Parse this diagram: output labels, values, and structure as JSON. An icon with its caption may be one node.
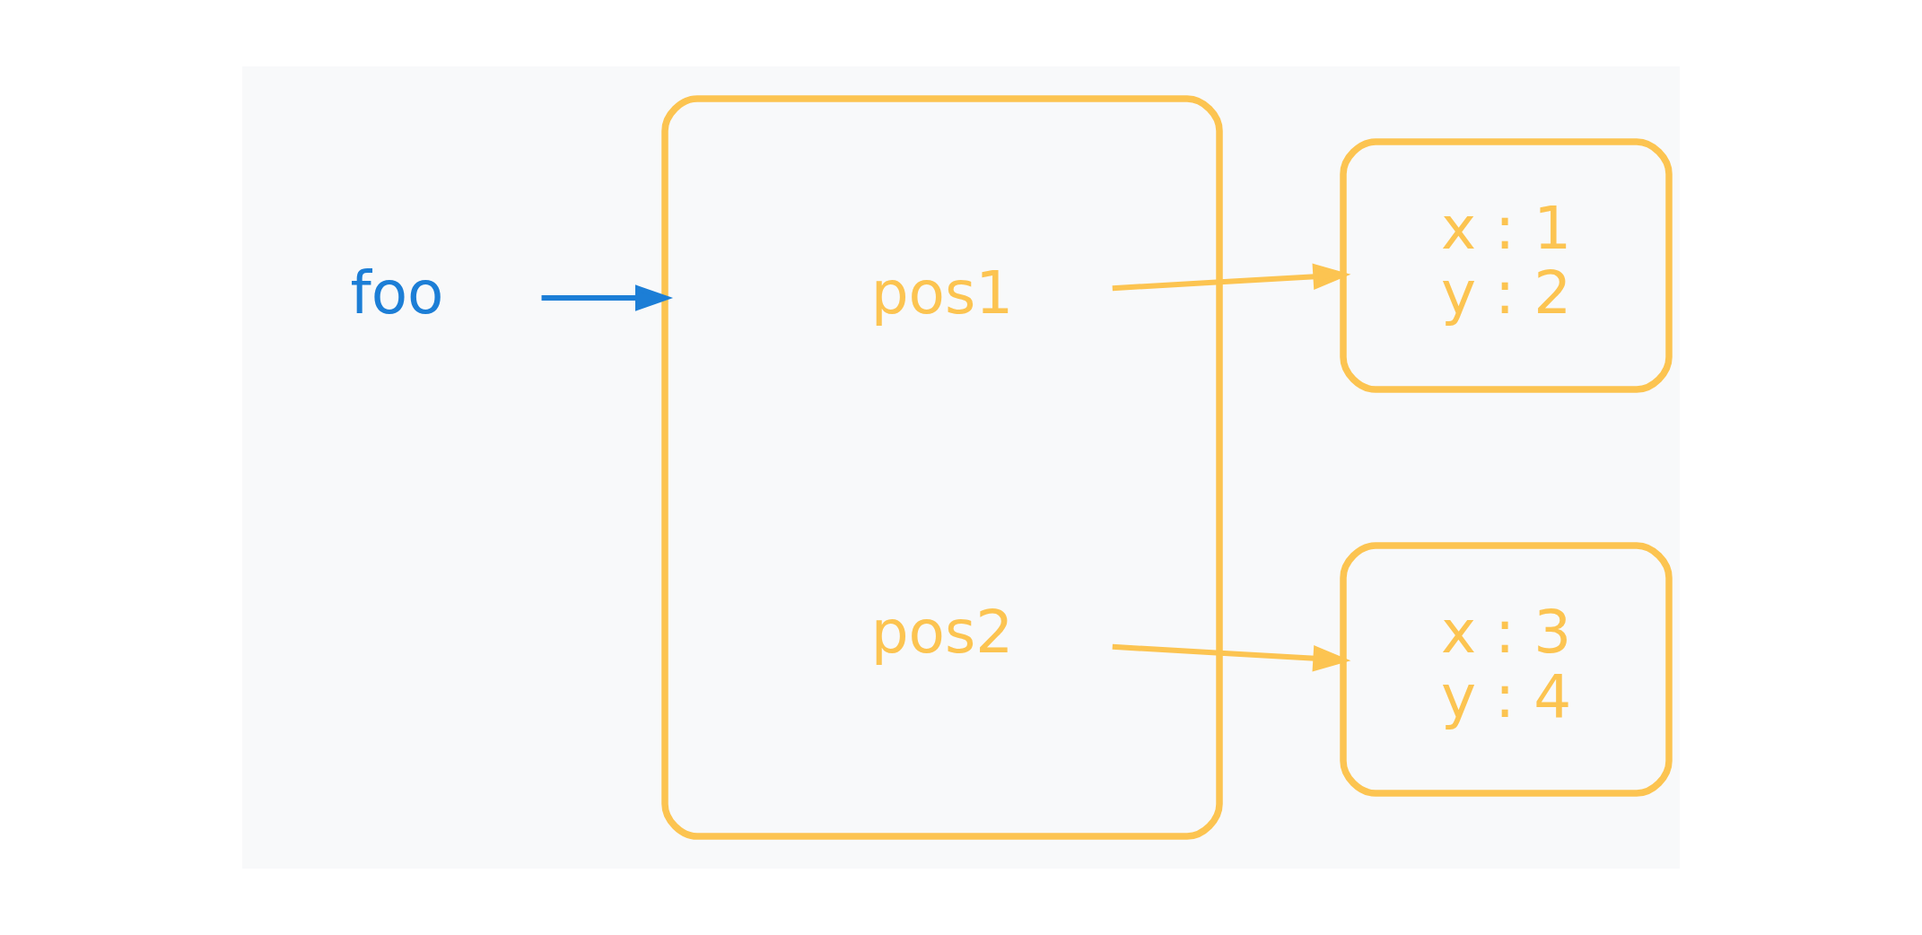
{
  "diagram": {
    "nodes": [
      {
        "text": [
          "foo"
        ]
      },
      {
        "text": [],
        "shape": "box"
      },
      {
        "text": [
          "pos1"
        ],
        "in": 1
      },
      {
        "text": [
          "pos2"
        ],
        "in": 1
      },
      {
        "text": [
          "x : 1",
          "y : 2"
        ]
      },
      {
        "text": [
          "x : 3",
          "y : 4"
        ]
      }
    ],
    "edges": [
      {
        "from": 0,
        "to": 1,
        "arrow": "to",
        "color": "#1c7ed6"
      },
      {
        "from": 2,
        "to": 4,
        "arrow": "to"
      },
      {
        "from": 3,
        "to": 5,
        "arrow": "to"
      }
    ]
  }
}
